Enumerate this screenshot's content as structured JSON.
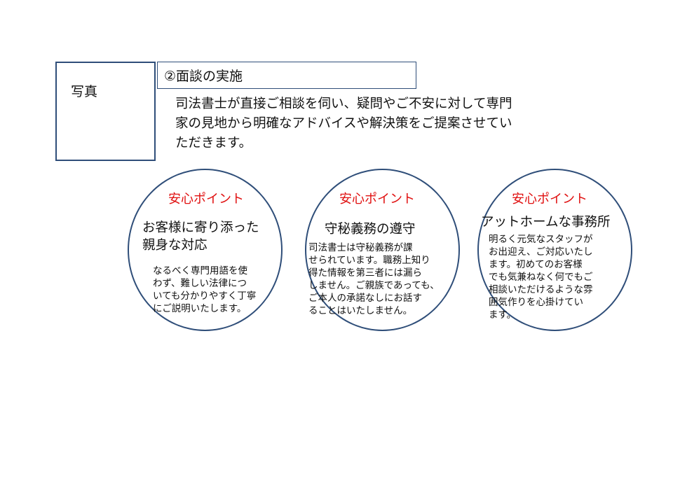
{
  "photo_placeholder": {
    "label": "写真"
  },
  "step": {
    "title": "②面談の実施"
  },
  "description": "司法書士が直接ご相談を伺い、疑問やご不安に対して専門\n家の見地から明確なアドバイスや解決策をご提案させてい\nただきます。",
  "points": [
    {
      "badge": "安心ポイント",
      "title": "お客様に寄り添った\n親身な対応",
      "body": "なるべく専門用語を使\nわず、難しい法律につ\nいても分かりやすく丁寧\nにご説明いたします。"
    },
    {
      "badge": "安心ポイント",
      "title": "守秘義務の遵守",
      "body": "司法書士は守秘義務が課\nせられています。職務上知り\n得た情報を第三者には漏ら\nしません。ご親族であっても、\nご本人の承諾なしにお話す\nることはいたしません。"
    },
    {
      "badge": "安心ポイント",
      "title": "アットホームな事務所",
      "body": "明るく元気なスタッフが\nお出迎え、ご対応いたし\nます。初めてのお客様\nでも気兼ねなく何でもご\n相談いただけるような雰\n囲気作りを心掛けてい\nます。"
    }
  ],
  "colors": {
    "accent_red": "#e01010",
    "border_blue": "#2f4e79"
  }
}
